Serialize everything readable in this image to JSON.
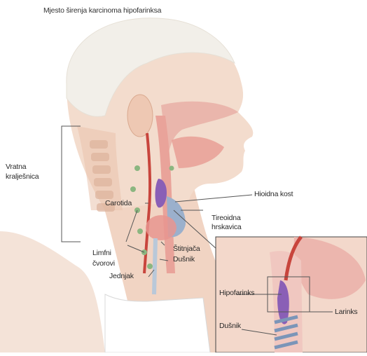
{
  "title": "Mjesto širenja karcinoma hipofarinksa",
  "labels": {
    "spine_line1": "Vratna",
    "spine_line2": "kralješnica",
    "carotid": "Carotida",
    "hyoid": "Hioidna kost",
    "thyroid_cart_line1": "Tireoidna",
    "thyroid_cart_line2": "hrskavica",
    "lymph_line1": "Limfni",
    "lymph_line2": "čvorovi",
    "thyroid_gland": "Štitnjača",
    "trachea": "Dušnik",
    "esophagus": "Jednjak",
    "inset_hypopharynx": "Hipofarinks",
    "inset_trachea": "Dušnik",
    "inset_larynx": "Larinks"
  },
  "colors": {
    "skin": "#f3dccd",
    "skin_shadow": "#e9c2ad",
    "hair": "#f2efe9",
    "tissue_pink": "#eaa6a0",
    "artery_red": "#c8453d",
    "tumor_purple": "#8a5fb6",
    "trachea_blue": "#7b95b8",
    "lymph_green": "#8bb680"
  }
}
